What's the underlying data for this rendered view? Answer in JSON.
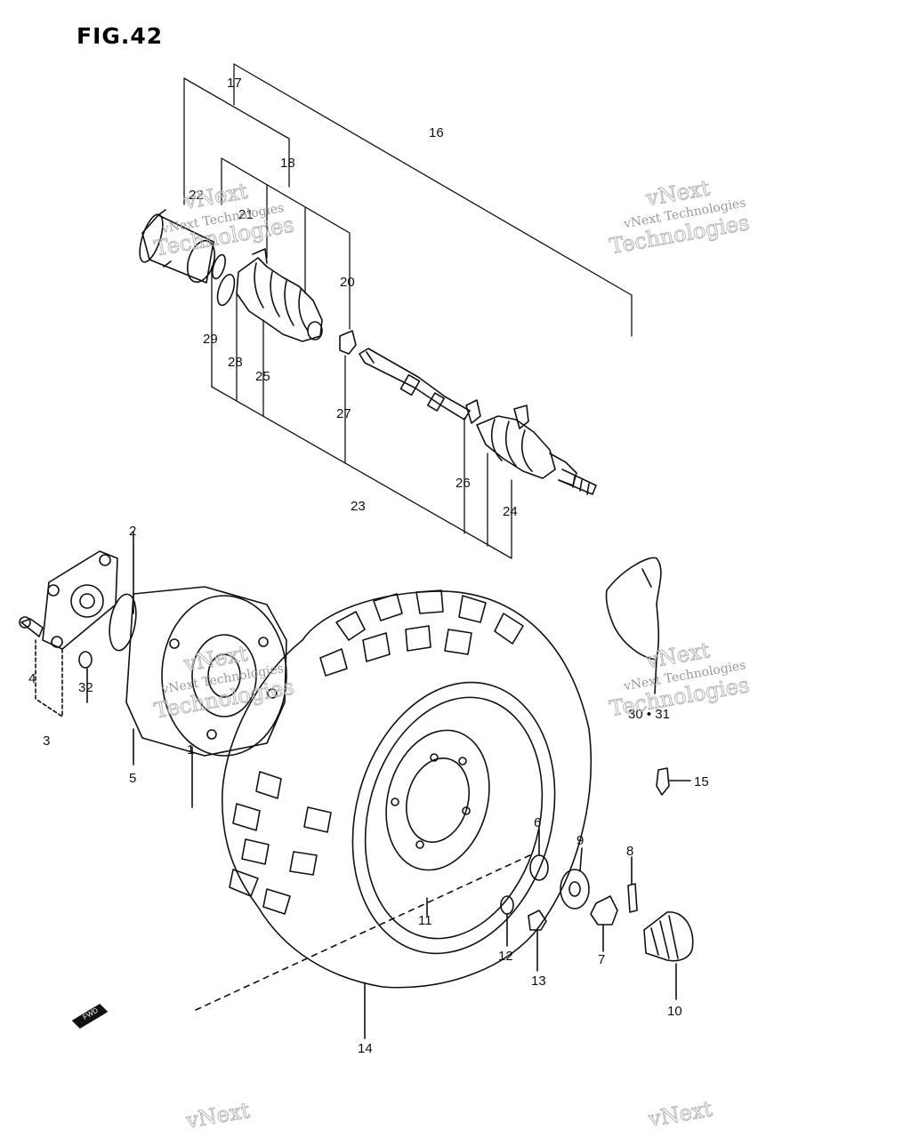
{
  "figure": {
    "title": "FIG.42"
  },
  "parts": [
    {
      "label": "1"
    },
    {
      "label": "2"
    },
    {
      "label": "3"
    },
    {
      "label": "4"
    },
    {
      "label": "5"
    },
    {
      "label": "6"
    },
    {
      "label": "7"
    },
    {
      "label": "8"
    },
    {
      "label": "9"
    },
    {
      "label": "10"
    },
    {
      "label": "11"
    },
    {
      "label": "12"
    },
    {
      "label": "13"
    },
    {
      "label": "14"
    },
    {
      "label": "15"
    },
    {
      "label": "16"
    },
    {
      "label": "17"
    },
    {
      "label": "18"
    },
    {
      "label": "20"
    },
    {
      "label": "21"
    },
    {
      "label": "22"
    },
    {
      "label": "23"
    },
    {
      "label": "24"
    },
    {
      "label": "25"
    },
    {
      "label": "26"
    },
    {
      "label": "27"
    },
    {
      "label": "28"
    },
    {
      "label": "29"
    },
    {
      "label": "30 • 31"
    },
    {
      "label": "32"
    }
  ],
  "watermark": {
    "line1": "vNext",
    "line2": "vNext Technologies",
    "line3": "Technologies"
  },
  "arrow": {
    "label": "FWD"
  }
}
